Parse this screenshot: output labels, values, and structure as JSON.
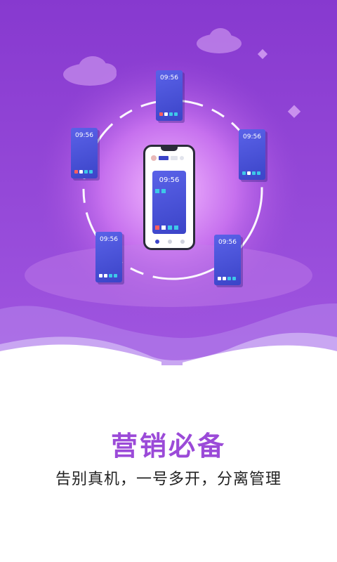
{
  "hero": {
    "phones": [
      {
        "time": "09:56"
      },
      {
        "time": "09:56"
      },
      {
        "time": "09:56"
      },
      {
        "time": "09:56"
      },
      {
        "time": "09:56"
      }
    ],
    "center_phone_time": "09:56"
  },
  "content": {
    "title": "营销必备",
    "subtitle": "告别真机，一号多开，分离管理"
  },
  "colors": {
    "accent": "#9b4ad8",
    "bg_top": "#8a3fd1",
    "phone_blue": "#4a52dc"
  }
}
